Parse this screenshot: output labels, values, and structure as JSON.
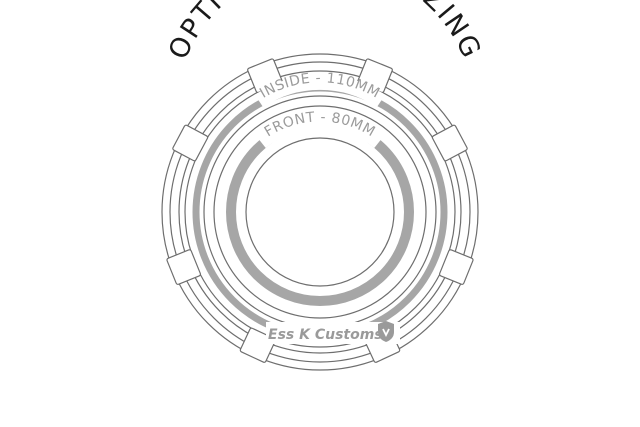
{
  "diagram": {
    "title": "OPTIONAL HALO SIZING",
    "halos": [
      {
        "label": "INSIDE - 110MM"
      },
      {
        "label": "FRONT - 80MM"
      }
    ],
    "brand": "Ess K Customs",
    "brand_mark_icon": "shield-emblem-icon",
    "colors": {
      "title_text": "#1a1a1a",
      "halo_ring": "#a6a6a6",
      "headlight_line": "#6e6e6e",
      "label_text": "#9b9b9b",
      "brand_text": "#9a9a9a"
    }
  }
}
